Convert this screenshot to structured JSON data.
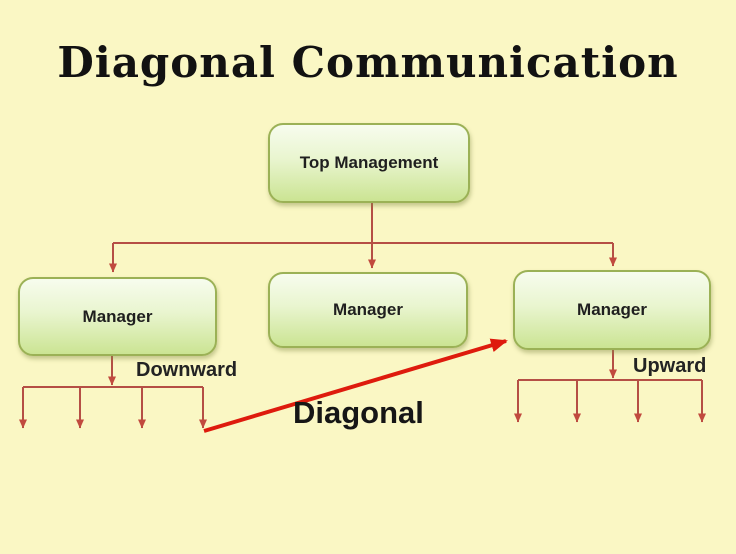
{
  "title": "Diagonal Communication",
  "nodes": {
    "top_management": {
      "label": "Top Management"
    },
    "manager_left": {
      "label": "Manager"
    },
    "manager_center": {
      "label": "Manager"
    },
    "manager_right": {
      "label": "Manager"
    }
  },
  "annotations": {
    "downward": "Downward",
    "upward": "Upward",
    "diagonal": "Diagonal"
  },
  "colors": {
    "background": "#FAF7C4",
    "box_border": "#9BB156",
    "box_gradient_top": "#F7FCEE",
    "box_gradient_bottom": "#CBE493",
    "tree_connector": "#B54F45",
    "arrowhead": "#C14A3E",
    "diagonal_arrow": "#DE1B0D",
    "title_text": "#121212",
    "label_text": "#232323"
  }
}
